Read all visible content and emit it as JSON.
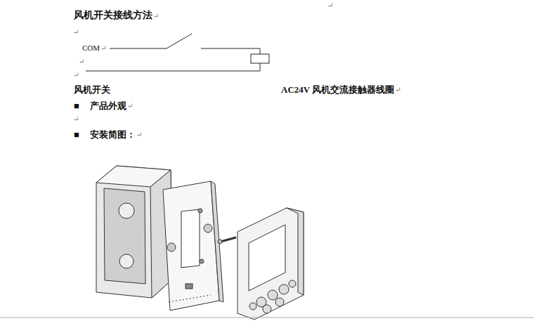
{
  "diagram": {
    "title": "风机开关接线方法",
    "labels": [
      "↵",
      "↵",
      "↵",
      "COM",
      "↵",
      "↵",
      "↵",
      "风机开关",
      "AC24V 风机交流接触器线圈",
      "↵",
      "■",
      "产品外观",
      "↵",
      "↵",
      "■",
      "安装简图：",
      "↵"
    ]
  }
}
